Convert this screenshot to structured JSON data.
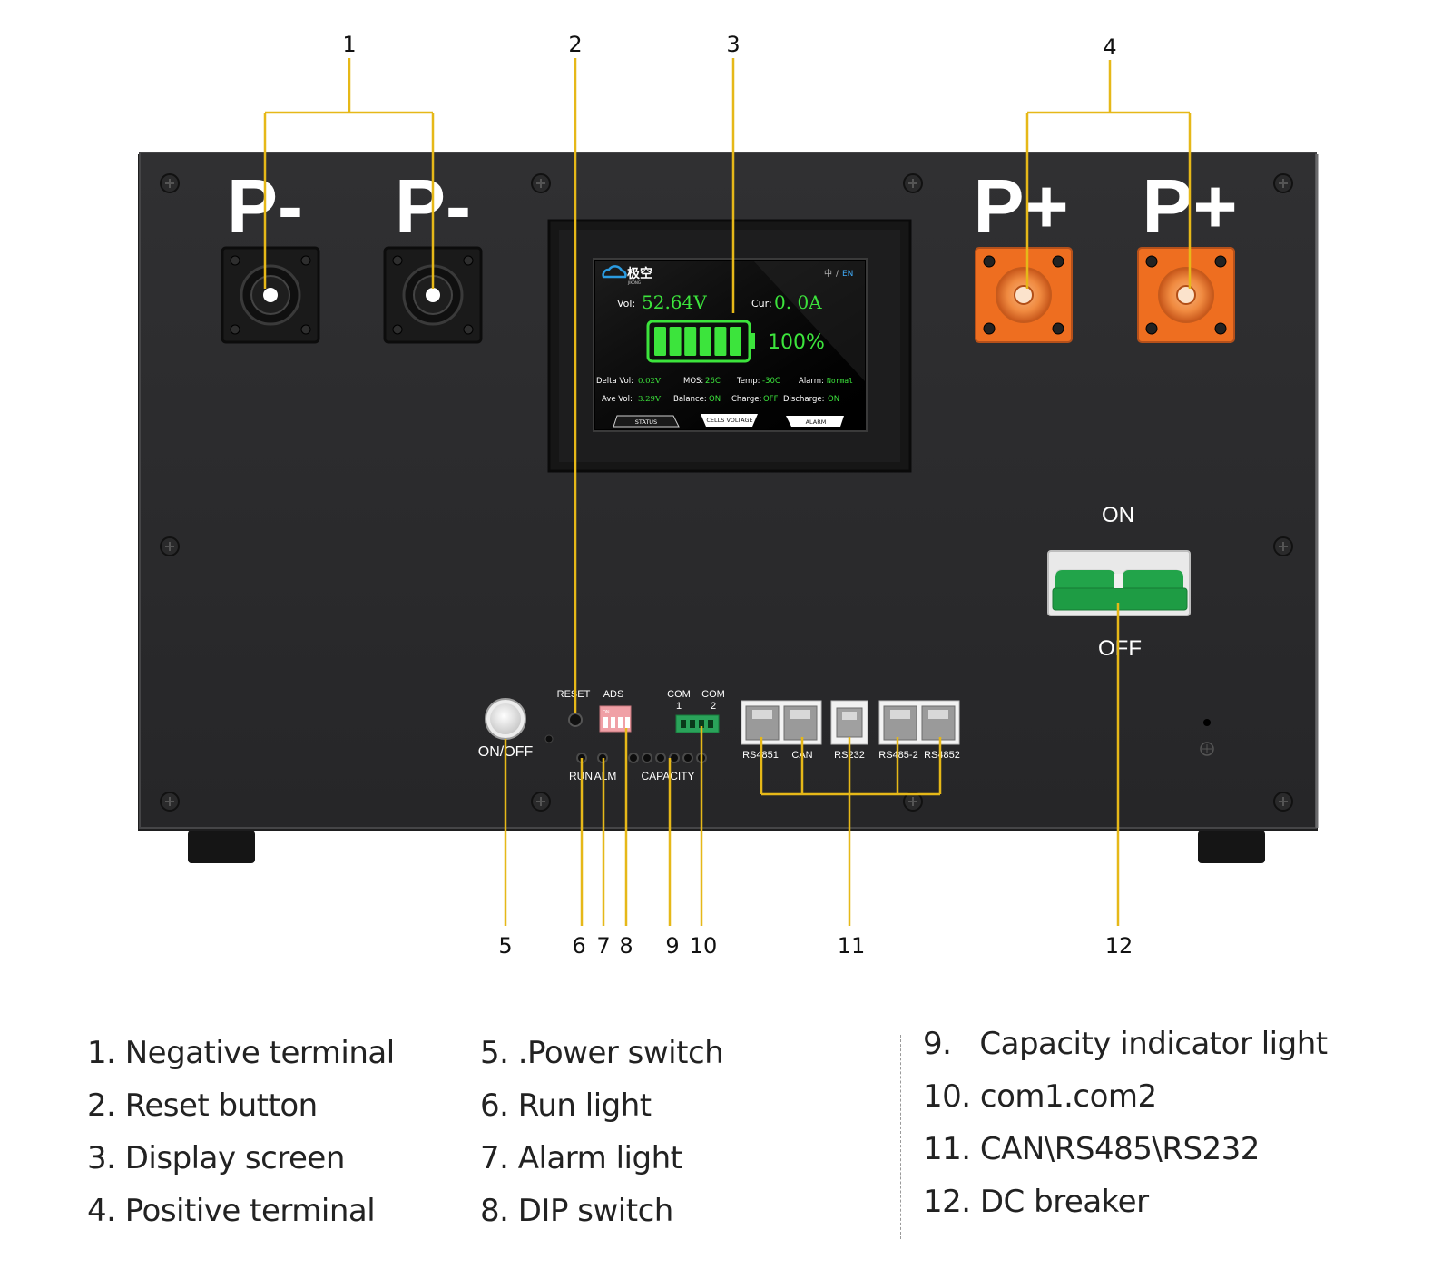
{
  "callout_numbers": [
    "1",
    "2",
    "3",
    "4",
    "5",
    "6",
    "7",
    "8",
    "9",
    "10",
    "11",
    "12"
  ],
  "terminals": {
    "negative_label": "P-",
    "positive_label": "P+"
  },
  "display": {
    "brand": "极空",
    "brand_sub": "JIKONG",
    "lang_cn": "中",
    "lang_sep": "/",
    "lang_en": "EN",
    "vol_label": "Vol:",
    "vol_value": "52.64V",
    "cur_label": "Cur:",
    "cur_value": "0. 0A",
    "soc_percent": "100%",
    "soc_fraction": 1.0,
    "battery_bar_count": 6,
    "delta_vol_label": "Delta Vol:",
    "delta_vol_value": "0.02V",
    "mos_label": "MOS:",
    "mos_value": "26C",
    "temp_label": "Temp:",
    "temp_value": "-30C",
    "alarm_label": "Alarm:",
    "alarm_value": "Normal",
    "ave_vol_label": "Ave Vol:",
    "ave_vol_value": "3.29V",
    "balance_label": "Balance:",
    "balance_value": "ON",
    "charge_label": "Charge:",
    "charge_value": "OFF",
    "discharge_label": "Discharge:",
    "discharge_value": "ON",
    "tabs": [
      "STATUS",
      "CELLS VOLTAGE",
      "ALARM"
    ]
  },
  "breaker": {
    "on_label": "ON",
    "off_label": "OFF"
  },
  "controls": {
    "power_label": "ON/OFF",
    "reset_label": "RESET",
    "ads_label": "ADS",
    "dip_text": "ON",
    "com1_label": "COM\n1",
    "com1_line1": "COM",
    "com1_line2": "1",
    "com2_line1": "COM",
    "com2_line2": "2",
    "run_label": "RUN",
    "alm_label": "ALM",
    "capacity_label": "CAPACITY"
  },
  "ports": [
    "RS4851",
    "CAN",
    "RS232",
    "RS485-2",
    "RS4852"
  ],
  "legend": {
    "col1": [
      "1. Negative terminal",
      "2. Reset button",
      "3. Display screen",
      "4. Positive terminal"
    ],
    "col2": [
      "5. .Power switch",
      "6. Run light",
      "7. Alarm light",
      "8. DIP switch"
    ],
    "col3": [
      "9.   Capacity indicator light",
      "10. com1.com2",
      "11. CAN\\RS485\\RS232",
      "12. DC breaker"
    ]
  },
  "colors": {
    "panel": "#2b2b2d",
    "callout_line": "#e6b818",
    "positive_terminal": "#ee6e20",
    "screen_green": "#3ce43c",
    "breaker_green": "#20a548",
    "legend_text": "#222222"
  }
}
